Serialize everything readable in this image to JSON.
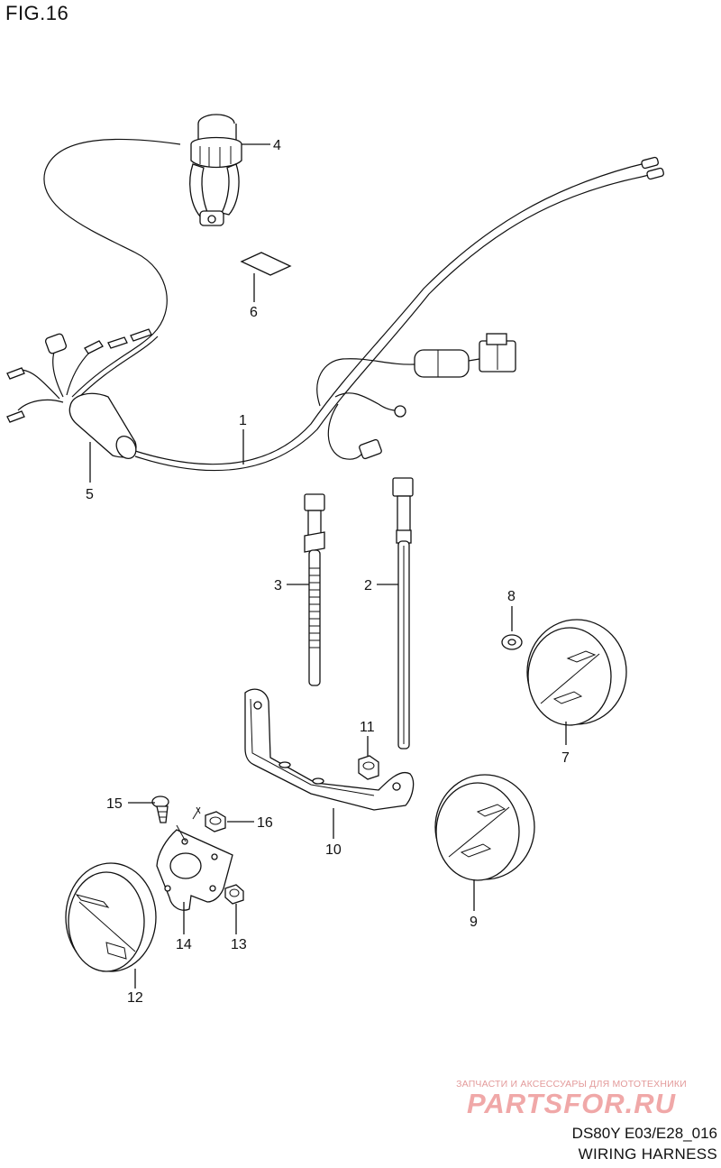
{
  "figure": {
    "title": "FIG.16"
  },
  "callouts": {
    "c1": "1",
    "c2": "2",
    "c3": "3",
    "c4": "4",
    "c5": "5",
    "c6": "6",
    "c7": "7",
    "c8": "8",
    "c9": "9",
    "c10": "10",
    "c11": "11",
    "c12": "12",
    "c13": "13",
    "c14": "14",
    "c15": "15",
    "c16": "16"
  },
  "watermark": {
    "caption": "ЗАПЧАСТИ И АКСЕССУАРЫ ДЛЯ МОТОТЕХНИКИ",
    "logo": "PARTSFOR.RU"
  },
  "footer": {
    "code": "DS80Y E03/E28_016",
    "subtitle": "WIRING HARNESS"
  }
}
